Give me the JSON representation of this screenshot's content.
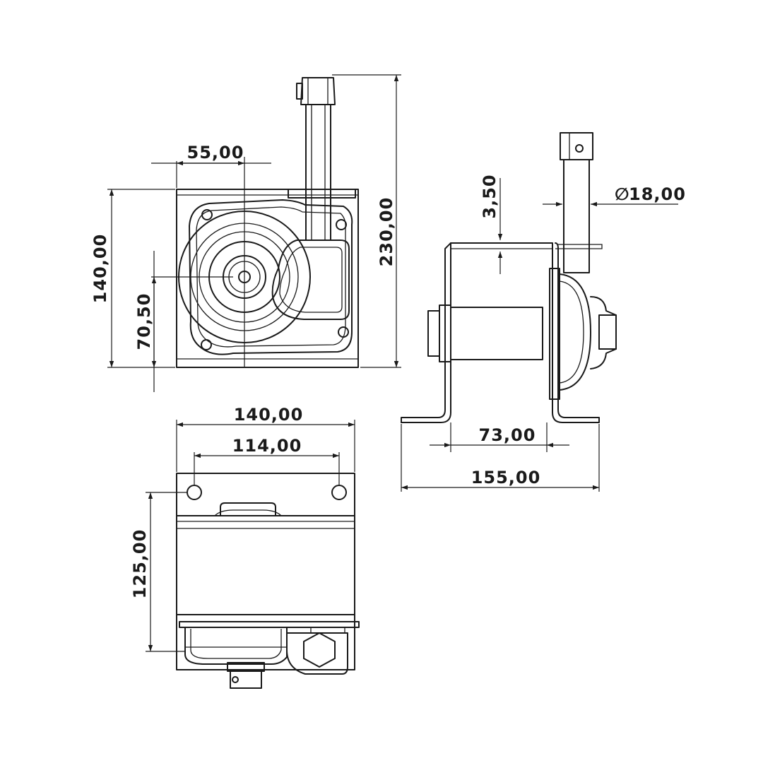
{
  "dimensions": {
    "front_width_offset": "55,00",
    "front_height": "140,00",
    "front_axis_height": "70,50",
    "total_height": "230,00",
    "plate_thickness": "3,50",
    "shaft_diameter": "18,00",
    "diameter_symbol": "∅",
    "bottom_width": "140,00",
    "hole_spacing": "114,00",
    "bottom_depth": "125,00",
    "bracket_inner": "73,00",
    "bracket_total": "155,00"
  },
  "colors": {
    "line": "#1a1a1a",
    "background": "#ffffff"
  }
}
